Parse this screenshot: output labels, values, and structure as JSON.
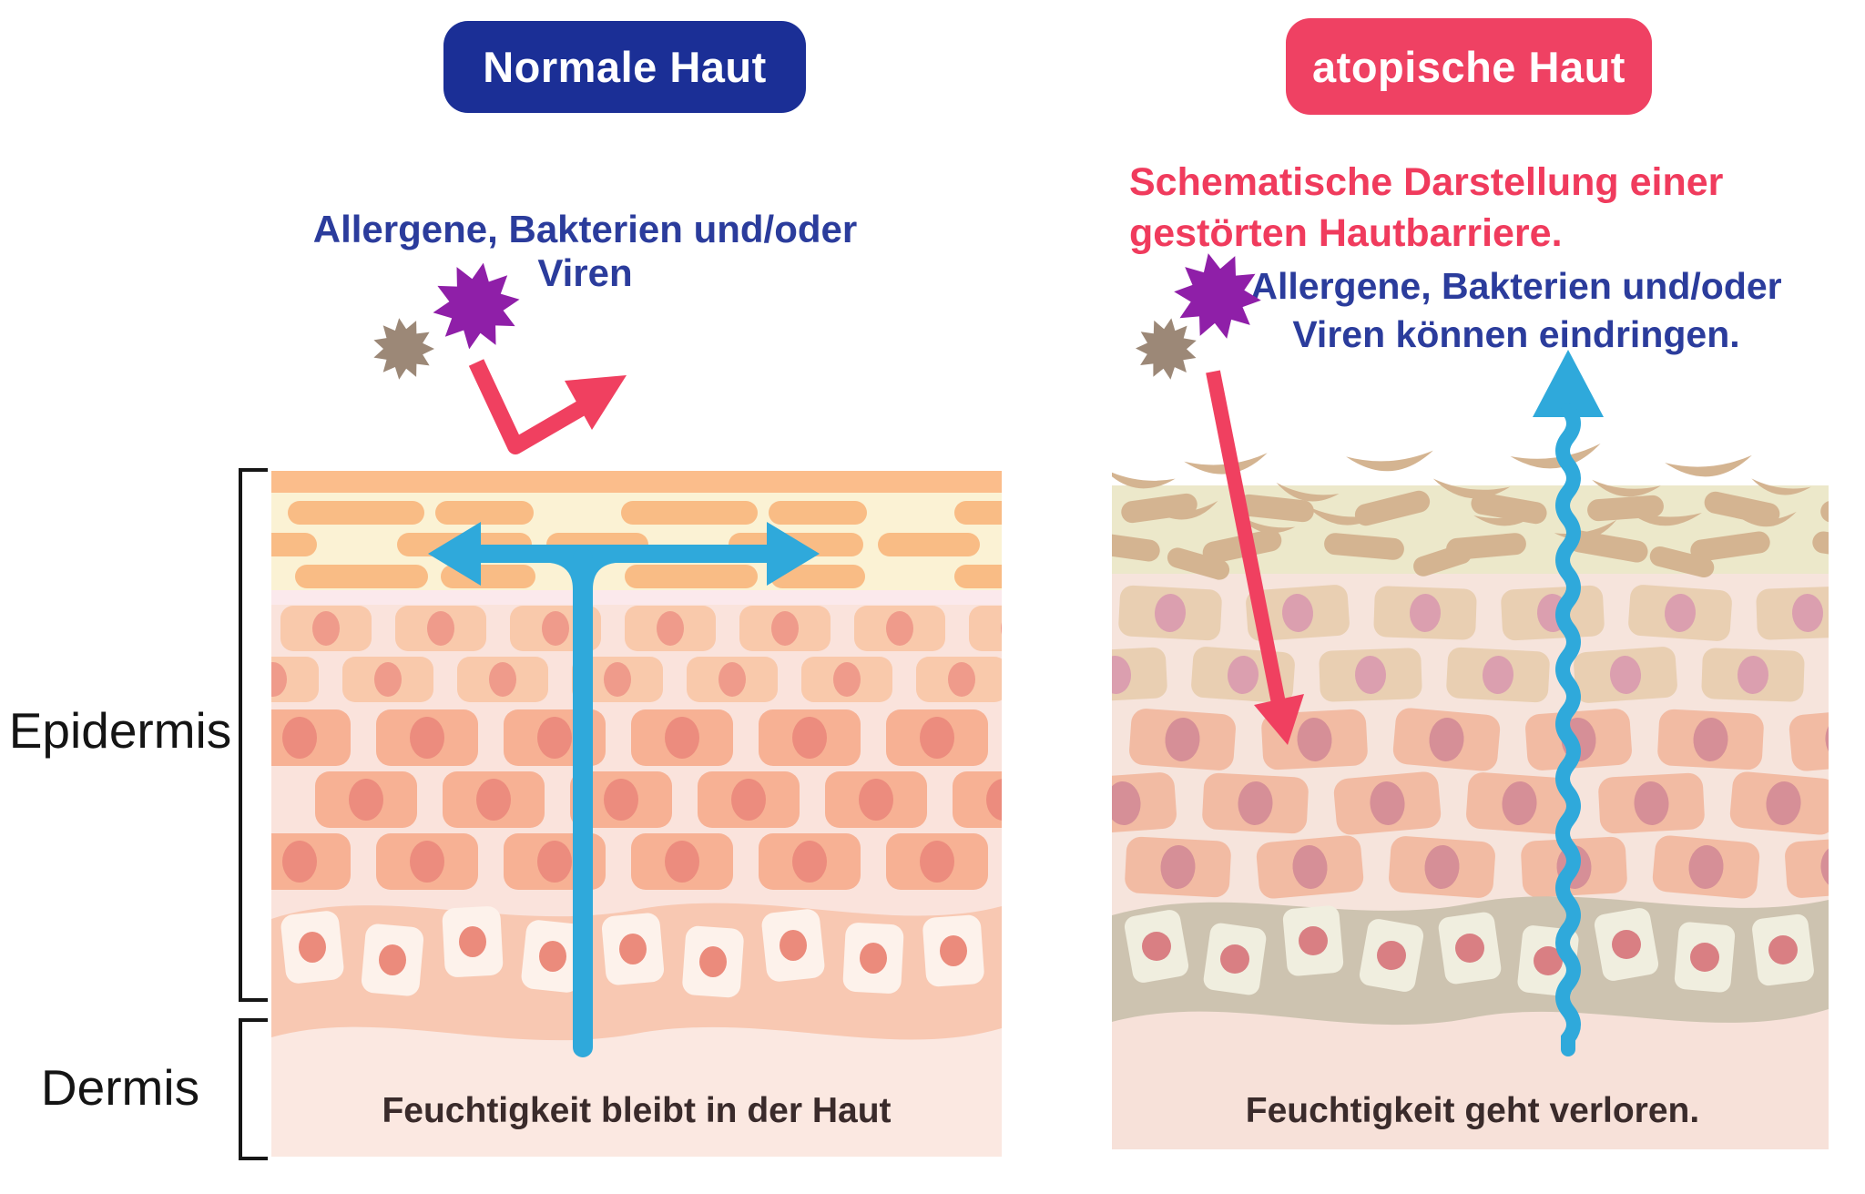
{
  "left_panel": {
    "badge": "Normale Haut",
    "annotation": "Allergene, Bakterien und/oder Viren",
    "caption": "Feuchtigkeit bleibt in der Haut"
  },
  "right_panel": {
    "badge": "atopische Haut",
    "heading_line1": "Schematische Darstellung einer",
    "heading_line2": "gestörten Hautbarriere.",
    "annotation_line1": "Allergene, Bakterien und/oder",
    "annotation_line2": "Viren können eindringen.",
    "caption": "Feuchtigkeit geht verloren."
  },
  "labels": {
    "epidermis": "Epidermis",
    "dermis": "Dermis"
  },
  "icons": {
    "virus": "purple-virus-burst",
    "bacteria": "brown-bacteria-burst",
    "bounce_arrow": "pathogens-bounce-off-arrow",
    "moisture_arrow": "moisture-stays-arrow",
    "penetration_arrow": "pathogen-penetration-arrow",
    "moisture_loss_arrow": "moisture-loss-arrow"
  },
  "colors": {
    "badge_blue": "#1b2f96",
    "badge_red": "#ef4163",
    "text_blue": "#2b3c9c",
    "text_red": "#f03b5d",
    "text_dark": "#3a2b2b",
    "arrow_blue": "#2fa9db",
    "arrow_red": "#f04060",
    "virus_purple": "#8f1fa8",
    "bacteria_brown": "#9c8877",
    "normal_skin": {
      "surface_orange": "#fbbd8b",
      "corneum_cream": "#fbf2d4",
      "corneocyte_pill": "#f9bc85",
      "transition_pink": "#fbe9ec",
      "cell_bg": "#fae3dc",
      "cell_light": "#f9c9ab",
      "nucleus_light": "#ef9b8b",
      "cell_dark": "#f7b194",
      "nucleus_dark": "#ec8c7e",
      "basal_band": "#f8c8b2",
      "basal_cell": "#fdf2eb",
      "basal_nucleus": "#eb8b7c",
      "dermis": "#fbe8e1"
    },
    "atopic_skin": {
      "flake": "#d4b491",
      "corneum_khaki": "#ece8ca",
      "upper_bg": "#f6e4dc",
      "cell_beige": "#e9cfb2",
      "nucleus_beige": "#db9faf",
      "cell_salmon": "#f2bba3",
      "nucleus_salmon": "#d68f97",
      "basal_band": "#cdc3b0",
      "basal_cell": "#f0eedf",
      "basal_nucleus": "#d97f83",
      "dermis": "#f7e1d9"
    }
  }
}
